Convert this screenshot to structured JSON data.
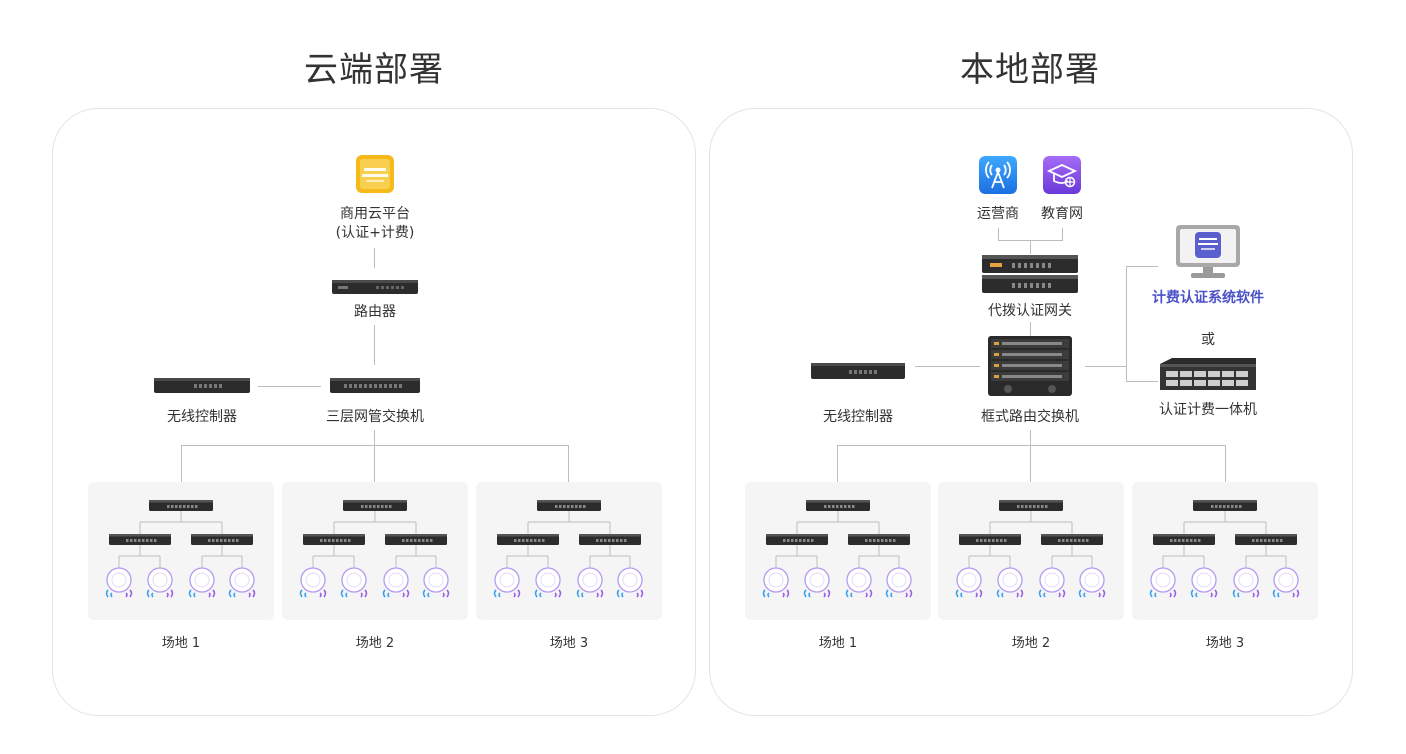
{
  "left": {
    "title": "云端部署",
    "cloud_platform": "商用云平台",
    "cloud_platform_sub": "(认证+计费)",
    "router": "路由器",
    "wireless_controller": "无线控制器",
    "l3_switch": "三层网管交换机",
    "sites": [
      "场地 1",
      "场地 2",
      "场地 3"
    ]
  },
  "right": {
    "title": "本地部署",
    "operator": "运营商",
    "education_network": "教育网",
    "proxy_auth_gateway": "代拨认证网关",
    "wireless_controller": "无线控制器",
    "chassis_switch": "框式路由交换机",
    "billing_software": "计费认证系统软件",
    "or_text": "或",
    "auth_billing_appliance": "认证计费一体机",
    "sites": [
      "场地 1",
      "场地 2",
      "场地 3"
    ]
  },
  "colors": {
    "accent": "#4a52c8",
    "line": "#bdbdbd",
    "site_bg": "#f5f5f5",
    "wave_blue": "#3aa0f0",
    "wave_purple": "#9a5de8"
  },
  "icons": {
    "cloud_platform": "cloud-platform-icon",
    "operator": "cell-tower-icon",
    "education": "graduation-cap-icon",
    "monitor": "monitor-icon"
  }
}
